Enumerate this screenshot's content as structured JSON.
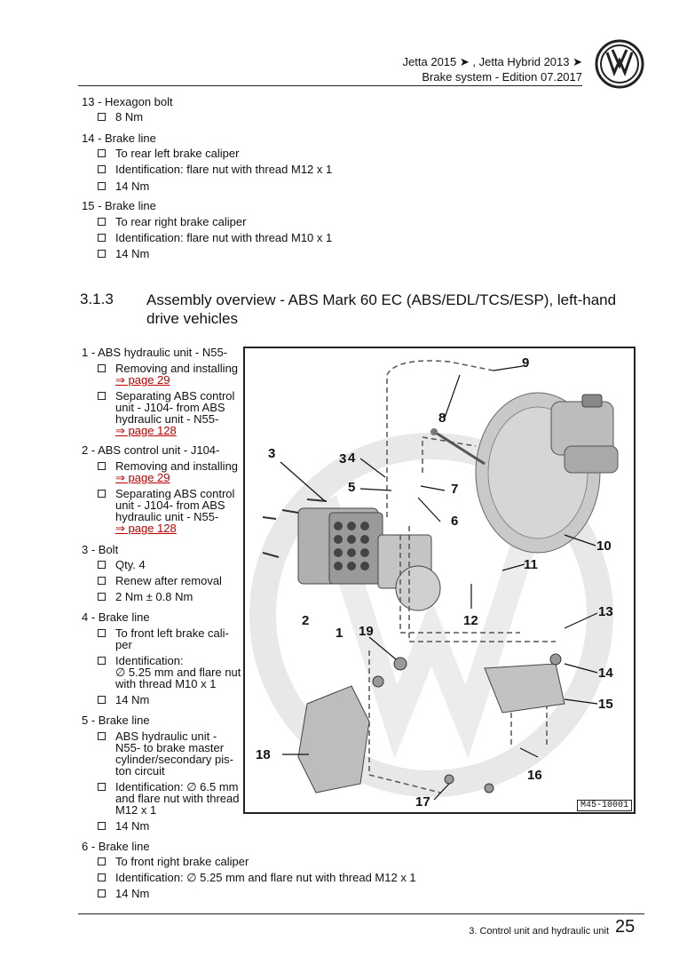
{
  "header": {
    "models": "Jetta 2015 ➤ , Jetta Hybrid 2013 ➤",
    "manual": "Brake system - Edition 07.2017"
  },
  "items_top": [
    {
      "title": "13 - Hexagon bolt",
      "subs": [
        "8 Nm"
      ]
    },
    {
      "title": "14 - Brake line",
      "subs": [
        "To rear left brake caliper",
        "Identification: flare nut with thread M12 x 1",
        "14 Nm"
      ]
    },
    {
      "title": "15 - Brake line",
      "subs": [
        "To rear right brake caliper",
        "Identification: flare nut with thread M10 x 1",
        "14 Nm"
      ]
    }
  ],
  "section": {
    "number": "3.1.3",
    "title": "Assembly overview - ABS Mark 60 EC (ABS/EDL/TCS/ESP), left-hand drive vehicles"
  },
  "items_side": {
    "i1": {
      "title": "1 - ABS hydraulic unit - N55-",
      "s1": "Removing and installing",
      "s1link": "⇒ page 29",
      "s2a": "Separating ABS control",
      "s2b": "unit - J104- from ABS",
      "s2c": "hydraulic unit - N55-",
      "s2link": "⇒ page 128"
    },
    "i2": {
      "title": "2 - ABS control unit - J104-",
      "s1": "Removing and installing",
      "s1link": "⇒ page 29",
      "s2a": "Separating ABS control",
      "s2b": "unit - J104- from ABS",
      "s2c": "hydraulic unit - N55-",
      "s2link": "⇒ page 128"
    },
    "i3": {
      "title": "3 - Bolt",
      "s1": "Qty. 4",
      "s2": "Renew after removal",
      "s3": "2 Nm ± 0.8 Nm"
    },
    "i4": {
      "title": "4 - Brake line",
      "s1a": "To front left brake cali-",
      "s1b": "per",
      "s2a": "Identification:",
      "s2b": "∅ 5.25 mm and flare nut",
      "s2c": "with thread M10 x 1",
      "s3": "14 Nm"
    },
    "i5": {
      "title": "5 - Brake line",
      "s1a": "ABS hydraulic unit -",
      "s1b": "N55- to brake master",
      "s1c": "cylinder/secondary pis-",
      "s1d": "ton circuit",
      "s2a": "Identification: ∅ 6.5 mm",
      "s2b": "and flare nut with thread",
      "s2c": "M12 x 1",
      "s3": "14 Nm"
    },
    "i6": {
      "title": "6 - Brake line",
      "s1": "To front right brake caliper",
      "s2": "Identification: ∅ 5.25 mm and flare nut with thread M12 x 1",
      "s3": "14 Nm"
    }
  },
  "diagram": {
    "code": "M45-10001",
    "callouts": [
      "1",
      "2",
      "3",
      "3",
      "4",
      "5",
      "6",
      "7",
      "8",
      "9",
      "10",
      "11",
      "12",
      "13",
      "14",
      "15",
      "16",
      "17",
      "18",
      "19"
    ]
  },
  "footer": {
    "chapter": "3. Control unit and hydraulic unit",
    "page": "25"
  }
}
